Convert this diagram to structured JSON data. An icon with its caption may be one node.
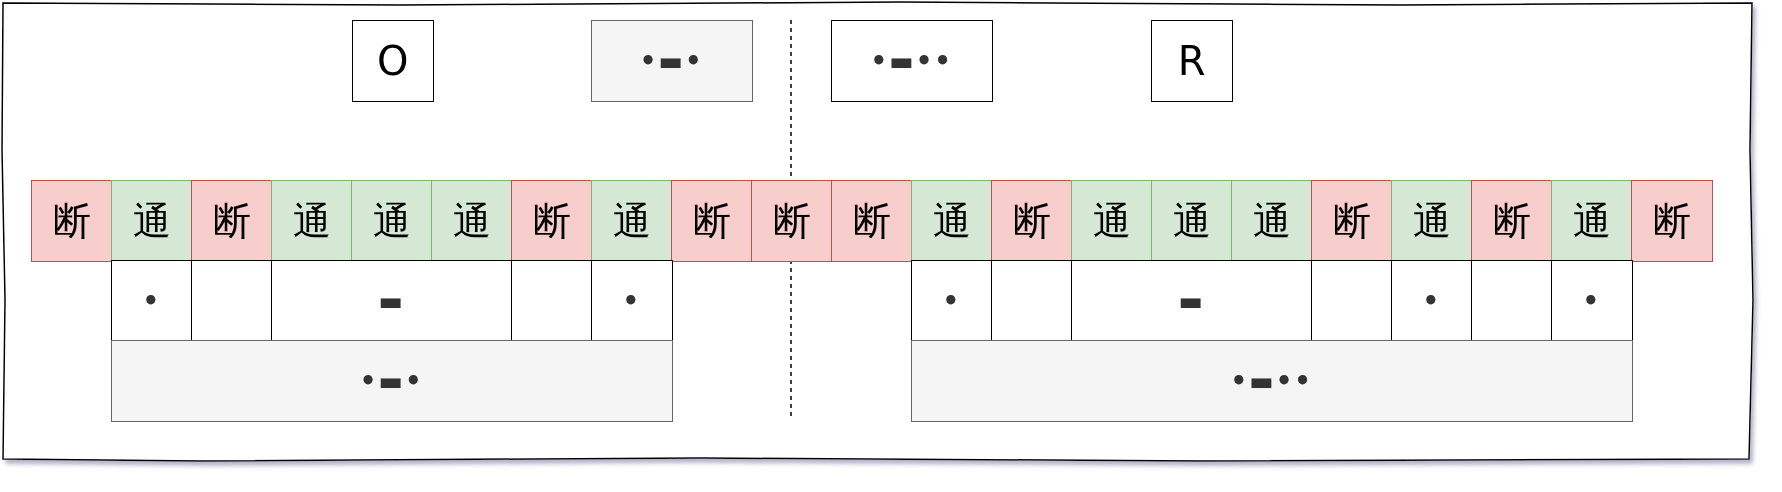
{
  "diagram": {
    "nodes": [
      {
        "text": [
          "O"
        ]
      },
      {
        "text": [
          "•▬•"
        ]
      },
      {
        "text": [
          "•▬••"
        ]
      },
      {
        "text": [
          "R"
        ]
      },
      {
        "text": [
          "断"
        ]
      },
      {
        "text": [
          "通"
        ]
      },
      {
        "text": [
          "断"
        ]
      },
      {
        "text": [
          "通"
        ]
      },
      {
        "text": [
          "通"
        ]
      },
      {
        "text": [
          "通"
        ]
      },
      {
        "text": [
          "断"
        ]
      },
      {
        "text": [
          "通"
        ]
      },
      {
        "text": [
          "断"
        ]
      },
      {
        "text": [
          "断"
        ]
      },
      {
        "text": [
          "断"
        ]
      },
      {
        "text": [
          "通"
        ]
      },
      {
        "text": [
          "断"
        ]
      },
      {
        "text": [
          "通"
        ]
      },
      {
        "text": [
          "通"
        ]
      },
      {
        "text": [
          "通"
        ]
      },
      {
        "text": [
          "断"
        ]
      },
      {
        "text": [
          "通"
        ]
      },
      {
        "text": [
          "断"
        ]
      },
      {
        "text": [
          "通"
        ]
      },
      {
        "text": [
          "断"
        ]
      },
      {
        "text": [
          "•"
        ]
      },
      {
        "text": [],
        "shape": "box"
      },
      {
        "text": [
          "▬"
        ]
      },
      {
        "text": [],
        "shape": "box"
      },
      {
        "text": [
          "•"
        ]
      },
      {
        "text": [
          "•"
        ]
      },
      {
        "text": [],
        "shape": "box"
      },
      {
        "text": [
          "▬"
        ]
      },
      {
        "text": [],
        "shape": "box"
      },
      {
        "text": [
          "•"
        ]
      },
      {
        "text": [],
        "shape": "box"
      },
      {
        "text": [
          "•"
        ]
      },
      {
        "text": [
          "•▬•"
        ]
      },
      {
        "text": [
          "•▬••"
        ]
      }
    ]
  }
}
